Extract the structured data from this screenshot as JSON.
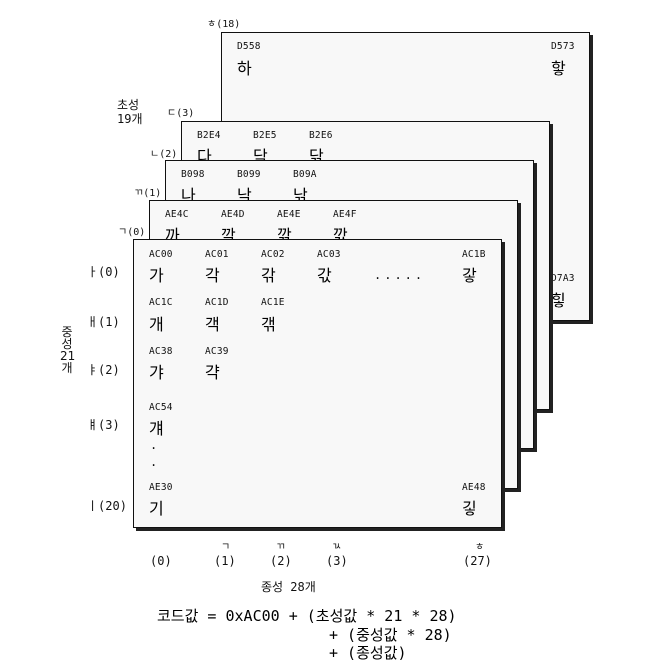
{
  "labels": {
    "choseong_title": "초성",
    "choseong_count": "19개",
    "jungseong_vertical": [
      "중",
      "성",
      "21",
      "개"
    ],
    "jongseong_caption": "종성 28개",
    "layer_hieut": "ㅎ(18)",
    "layer_digeut": "ㄷ(3)",
    "layer_nieun": "ㄴ(2)",
    "layer_ssanggiyeok": "ㄲ(1)",
    "layer_giyeok": "ㄱ(0)"
  },
  "rows": {
    "a": "ㅏ(0)",
    "ae": "ㅐ(1)",
    "ya": "ㅑ(2)",
    "yae": "ㅒ(3)",
    "i": "ㅣ(20)"
  },
  "columns": [
    {
      "jamo": "",
      "index": "(0)"
    },
    {
      "jamo": "ㄱ",
      "index": "(1)"
    },
    {
      "jamo": "ㄲ",
      "index": "(2)"
    },
    {
      "jamo": "ㄳ",
      "index": "(3)"
    },
    {
      "jamo": "ㅎ",
      "index": "(27)"
    }
  ],
  "layer_ha": {
    "c1_code": "D558",
    "c1_syl": "하",
    "c2_code": "D573",
    "c2_syl": "핳",
    "c3_code": "D7A3",
    "c3_syl": "힣"
  },
  "layer_da": {
    "c1_code": "B2E4",
    "c1_syl": "다",
    "c2_code": "B2E5",
    "c2_syl": "닥",
    "c3_code": "B2E6",
    "c3_syl": "닦"
  },
  "layer_na": {
    "c1_code": "B098",
    "c1_syl": "나",
    "c2_code": "B099",
    "c2_syl": "낙",
    "c3_code": "B09A",
    "c3_syl": "낚"
  },
  "layer_kka": {
    "c1_code": "AE4C",
    "c1_syl": "까",
    "c2_code": "AE4D",
    "c2_syl": "깍",
    "c3_code": "AE4E",
    "c3_syl": "깎",
    "c4_code": "AE4F",
    "c4_syl": "깏"
  },
  "layer_ga": {
    "r1c1_code": "AC00",
    "r1c1_syl": "가",
    "r1c2_code": "AC01",
    "r1c2_syl": "각",
    "r1c3_code": "AC02",
    "r1c3_syl": "갂",
    "r1c4_code": "AC03",
    "r1c4_syl": "갃",
    "ellipsis": ".....",
    "r1c5_code": "AC1B",
    "r1c5_syl": "갛",
    "r2c1_code": "AC1C",
    "r2c1_syl": "개",
    "r2c2_code": "AC1D",
    "r2c2_syl": "객",
    "r2c3_code": "AC1E",
    "r2c3_syl": "갞",
    "r3c1_code": "AC38",
    "r3c1_syl": "갸",
    "r3c2_code": "AC39",
    "r3c2_syl": "갹",
    "r4c1_code": "AC54",
    "r4c1_syl": "걔",
    "vdots1": ".",
    "vdots2": ".",
    "r5c1_code": "AE30",
    "r5c1_syl": "기",
    "r5c5_code": "AE48",
    "r5c5_syl": "깋"
  },
  "formula": {
    "line1": "코드값 = 0xAC00 + (초성값 * 21 * 28)",
    "line2": "+ (중성값 * 28)",
    "line3": "+ (종성값)"
  }
}
